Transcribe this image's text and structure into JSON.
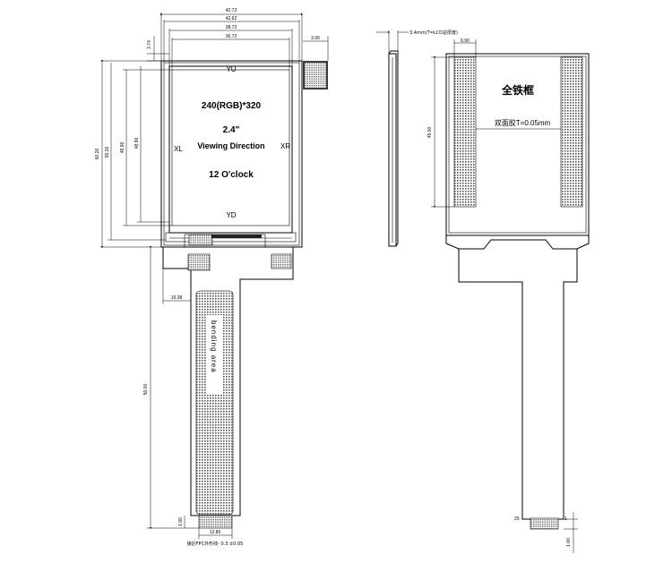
{
  "front_view": {
    "resolution": "240(RGB)*320",
    "size": "2.4\"",
    "viewing_direction_label": "Viewing Direction",
    "clock": "12 O'clock",
    "dir_top": "YU",
    "dir_bottom": "YD",
    "dir_left": "XL",
    "dir_right": "XR",
    "bending_text": "bending area",
    "dims": {
      "outline_width": "42.72",
      "width_2": "42.62",
      "active_width_outer": "38.72",
      "active_width": "36.72",
      "tab_offset": "3.74",
      "tab_width": "3.90",
      "outline_height": "60.26",
      "height_2": "55.26",
      "active_height": "48.96",
      "fpc_offset": "10.38",
      "fpc_length": "50.00",
      "fpc_end": "1.00",
      "fpc_tip_width": "12.86",
      "fpc_note": "接近FPC外形线- 0.3 ±0.05"
    }
  },
  "side_view": {
    "thickness_note": "3.4mm(T=LCD总厚度)"
  },
  "back_view": {
    "frame_label": "全铁框",
    "tape_label": "双面胶T=0.05mm",
    "dims": {
      "tape_width": "6.90",
      "tape_height": "45.00",
      "pin_count": "20",
      "pin_one": "1",
      "fpc_end": "1.00"
    }
  }
}
